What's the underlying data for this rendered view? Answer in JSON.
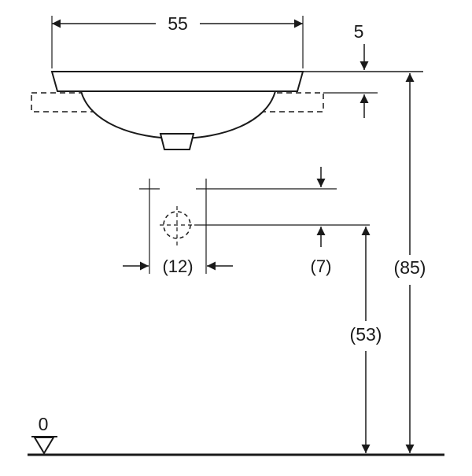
{
  "drawing": {
    "labels": {
      "overall_width": "55",
      "rim_height": "5",
      "tap_hole_spacing": "(12)",
      "tap_hole_offset": "(7)",
      "basin_underside_height": "(53)",
      "overall_height": "(85)",
      "datum_level": "0"
    },
    "colors": {
      "line": "#1a1a1a",
      "background": "#ffffff"
    }
  }
}
